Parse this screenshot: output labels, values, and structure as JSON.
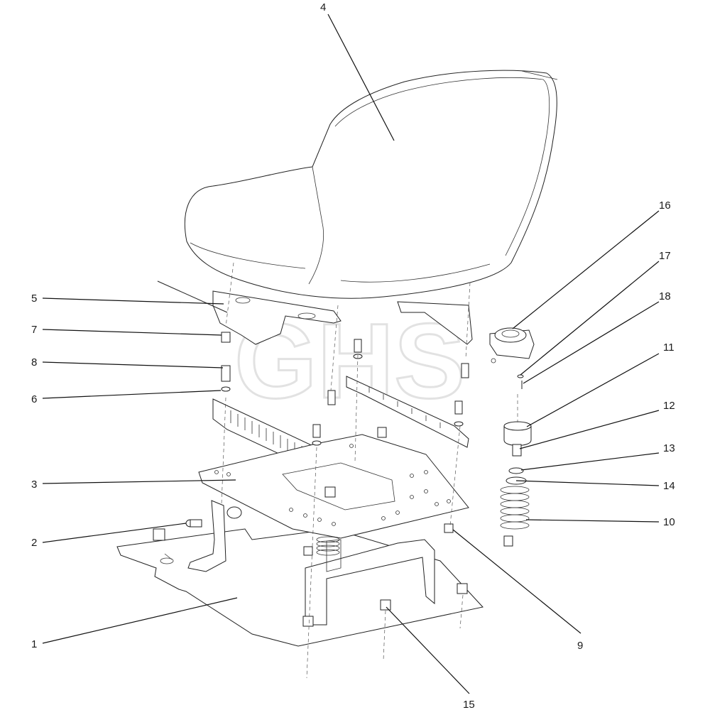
{
  "watermark": "GHS",
  "callouts": [
    {
      "id": "4",
      "label": "4"
    },
    {
      "id": "5",
      "label": "5"
    },
    {
      "id": "7",
      "label": "7"
    },
    {
      "id": "8",
      "label": "8"
    },
    {
      "id": "6",
      "label": "6"
    },
    {
      "id": "3",
      "label": "3"
    },
    {
      "id": "2",
      "label": "2"
    },
    {
      "id": "1",
      "label": "1"
    },
    {
      "id": "16",
      "label": "16"
    },
    {
      "id": "17",
      "label": "17"
    },
    {
      "id": "18",
      "label": "18"
    },
    {
      "id": "11",
      "label": "11"
    },
    {
      "id": "12",
      "label": "12"
    },
    {
      "id": "13",
      "label": "13"
    },
    {
      "id": "14",
      "label": "14"
    },
    {
      "id": "10",
      "label": "10"
    },
    {
      "id": "9",
      "label": "9"
    },
    {
      "id": "15",
      "label": "15"
    }
  ]
}
